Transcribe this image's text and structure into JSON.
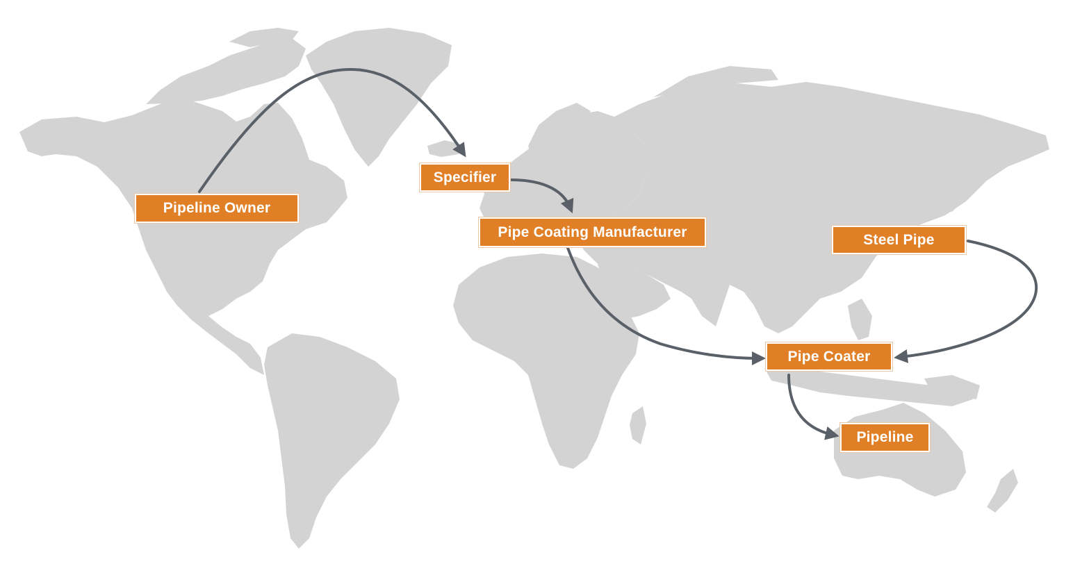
{
  "nodes": {
    "pipeline_owner": "Pipeline Owner",
    "specifier": "Specifier",
    "pipe_coating_manufacturer": "Pipe Coating Manufacturer",
    "steel_pipe": "Steel Pipe",
    "pipe_coater": "Pipe Coater",
    "pipeline": "Pipeline"
  },
  "edges": [
    {
      "from": "Pipeline Owner",
      "to": "Specifier"
    },
    {
      "from": "Specifier",
      "to": "Pipe Coating Manufacturer"
    },
    {
      "from": "Pipe Coating Manufacturer",
      "to": "Pipe Coater"
    },
    {
      "from": "Steel Pipe",
      "to": "Pipe Coater"
    },
    {
      "from": "Pipe Coater",
      "to": "Pipeline"
    }
  ],
  "colors": {
    "node_fill": "#e07f26",
    "node_text": "#ffffff",
    "arrow": "#5a6067",
    "land": "#d3d3d3",
    "background": "#ffffff"
  }
}
